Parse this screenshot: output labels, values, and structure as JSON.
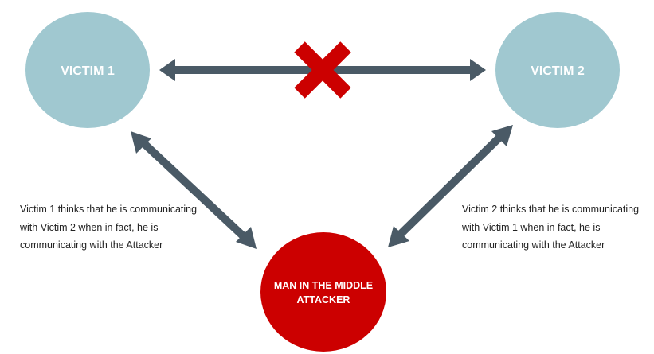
{
  "nodes": {
    "victim1": {
      "label": "VICTIM 1"
    },
    "victim2": {
      "label": "VICTIM 2"
    },
    "attacker": {
      "line1": "MAN IN THE MIDDLE",
      "line2": "ATTACKER"
    }
  },
  "notes": {
    "left": [
      "Victim 1 thinks that he is communicating",
      "with Victim 2 when in fact, he is",
      "communicating with the Attacker"
    ],
    "right": [
      "Victim 2 thinks that he is communicating",
      "with Victim 1 when in fact, he is",
      "communicating with the Attacker"
    ]
  },
  "colors": {
    "victim": "#a0c8d0",
    "attacker": "#cc0000",
    "arrow": "#4a5a66",
    "cross": "#cc0000"
  }
}
